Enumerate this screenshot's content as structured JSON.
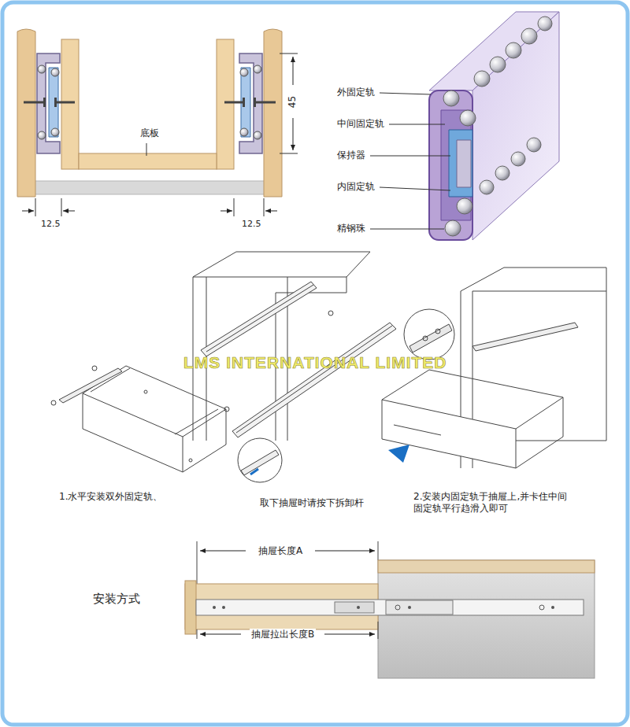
{
  "diagram": {
    "labels": [
      "底板",
      "45",
      "12.5",
      "12.5",
      "外固定轨",
      "中间固定轨",
      "保持器",
      "内固定轨",
      "精钢珠",
      "LMS INTERNATIONAL LIMITED",
      "1.水平安装双外固定轨、",
      "取下抽屉时请按下拆卸杆",
      "2.安装内固定轨于抽屉上,并卡住中间 固定轨平行趋滑入即可",
      "抽屉长度A",
      "安装方式",
      "抽屉拉出长度B"
    ]
  }
}
